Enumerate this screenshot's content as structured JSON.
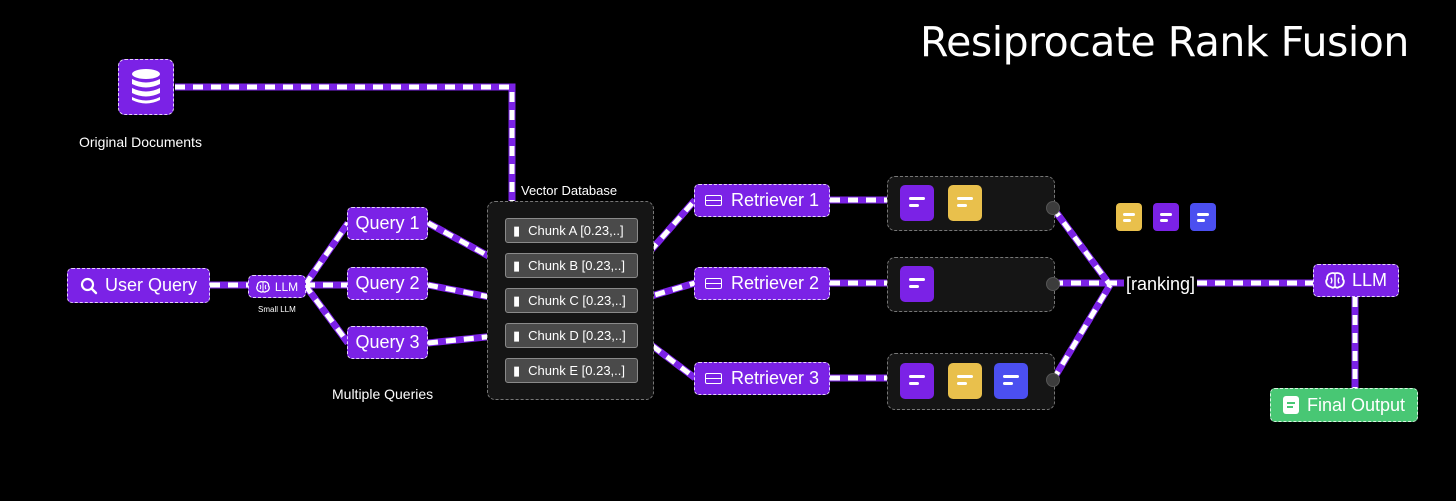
{
  "title": "Resiprocate Rank Fusion",
  "original_documents": {
    "label": "Original Documents",
    "icon": "database-icon"
  },
  "user_query": {
    "label": "User Query",
    "icon": "search-icon"
  },
  "small_llm": {
    "label": "LLM",
    "caption": "Small LLM",
    "icon": "brain-icon"
  },
  "queries": [
    "Query 1",
    "Query 2",
    "Query 3"
  ],
  "queries_caption": "Multiple Queries",
  "vector_db": {
    "label": "Vector Database",
    "chunks": [
      "Chunk A [0.23,..]",
      "Chunk B [0.23,..]",
      "Chunk C [0.23,..]",
      "Chunk D [0.23,..]",
      "Chunk E [0.23,..]"
    ]
  },
  "retrievers": [
    "Retriever 1",
    "Retriever 2",
    "Retriever 3"
  ],
  "ranking_label": "[ranking]",
  "final_llm": {
    "label": "LLM",
    "icon": "brain-icon"
  },
  "final_output": {
    "label": "Final Output",
    "icon": "document-icon"
  },
  "colors": {
    "purple": "#7b22e6",
    "yellow": "#e9c04c",
    "blue": "#4b4ff0",
    "green": "#48c774",
    "wire": "#7b22e6",
    "dash": "#ffffff"
  }
}
